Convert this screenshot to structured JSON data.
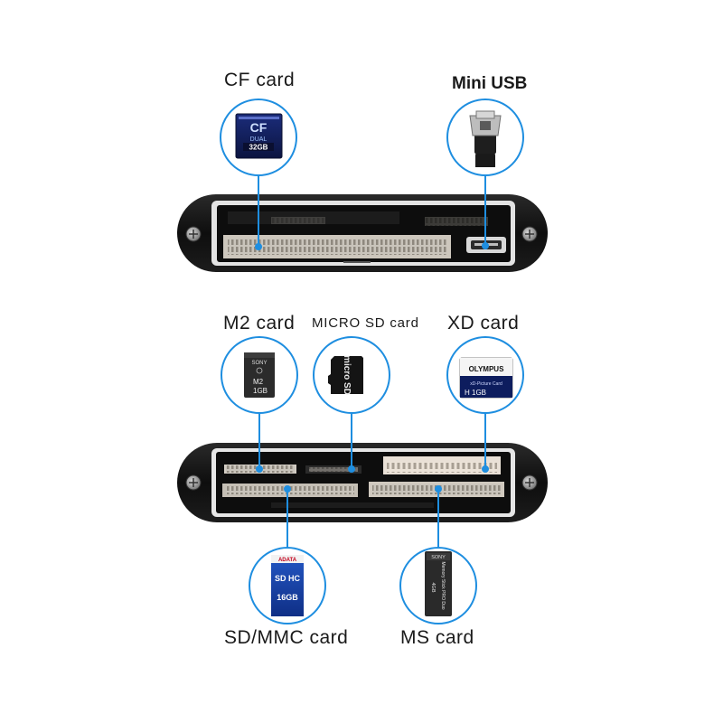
{
  "labels": {
    "cf": "CF card",
    "mini_usb": "Mini USB",
    "m2": "M2 card",
    "micro_sd": "MICRO SD card",
    "xd": "XD card",
    "sd_mmc": "SD/MMC card",
    "ms": "MS card"
  },
  "cards": {
    "cf": {
      "line1": "CF",
      "line2": "DUAL",
      "line3": "32GB"
    },
    "m2": {
      "brand": "SONY",
      "line1": "M2",
      "line2": "1GB"
    },
    "micro_sd": {
      "text": "micro SD"
    },
    "xd": {
      "brand": "OLYMPUS",
      "sub": "xD-Picture Card",
      "cap": "H 1GB"
    },
    "sd": {
      "brand": "ADATA",
      "type": "SD HC",
      "cap": "16GB"
    },
    "ms": {
      "brand": "SONY",
      "text": "Memory Stick PRO Duo",
      "cap": "4GB"
    }
  },
  "colors": {
    "accent": "#1e8ee0",
    "body": "#151515",
    "frame": "#e8e8e8"
  },
  "icons": [
    "mini-usb-plug-icon",
    "screw-icon"
  ]
}
